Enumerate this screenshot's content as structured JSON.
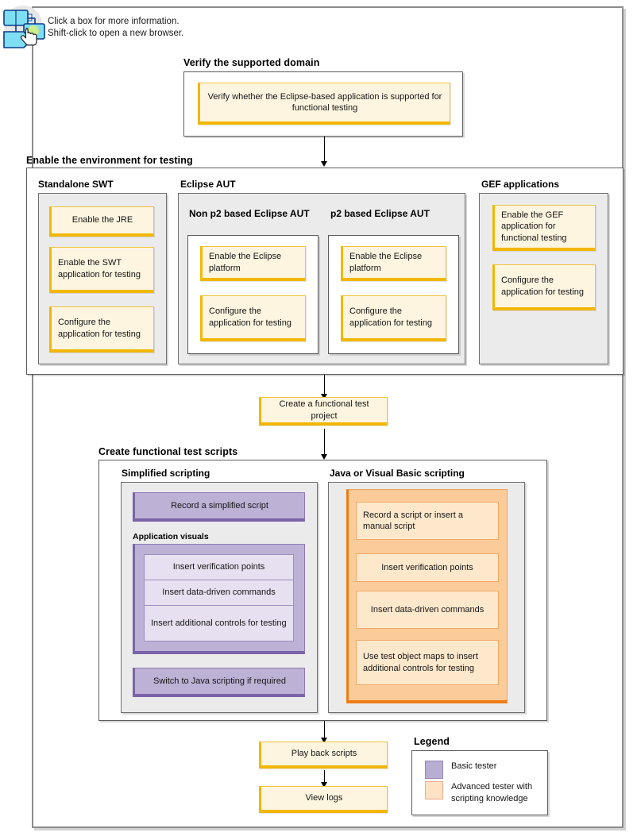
{
  "hint": {
    "icon": "flowchart-cursor-icon",
    "line1": "Click a box for more information.",
    "line2": "Shift-click to open a new browser."
  },
  "colors": {
    "node_yellow_fill": "#fdf5e0",
    "node_yellow_border": "#f2b705",
    "node_purple_fill": "#bdb2d6",
    "node_purple_border": "#7b63a8",
    "node_purple_light_fill": "#e7e0f0",
    "panel_orange_fill": "#fbcb99",
    "panel_orange_border": "#ed7d17",
    "node_orange_light_fill": "#fde8cc",
    "panel_gray_fill": "#ebebeb",
    "frame_border": "#8c8c8c"
  },
  "sections": {
    "verify": {
      "title": "Verify the supported domain",
      "node": "Verify whether the Eclipse-based application is supported for functional testing"
    },
    "enable": {
      "title": "Enable the environment for testing",
      "standalone_swt": {
        "title": "Standalone SWT",
        "nodes": [
          "Enable the JRE",
          "Enable the SWT application for testing",
          "Configure the application for testing"
        ]
      },
      "eclipse_aut": {
        "title": "Eclipse AUT",
        "non_p2": {
          "title": "Non p2 based Eclipse AUT",
          "nodes": [
            "Enable the Eclipse platform",
            "Configure the application for testing"
          ]
        },
        "p2": {
          "title": "p2 based Eclipse AUT",
          "nodes": [
            "Enable the Eclipse platform",
            "Configure the application for testing"
          ]
        }
      },
      "gef": {
        "title": "GEF applications",
        "nodes": [
          "Enable the GEF application for functional testing",
          "Configure the application for testing"
        ]
      }
    },
    "create_project": {
      "node": "Create a functional test project"
    },
    "create_scripts": {
      "title": "Create functional test scripts",
      "simplified": {
        "title": "Simplified scripting",
        "record_node": "Record a simplified script",
        "app_visuals_title": "Application visuals",
        "app_visuals_nodes": [
          "Insert verification points",
          "Insert data-driven commands",
          "Insert additional controls for testing"
        ],
        "switch_node": "Switch to Java scripting if required"
      },
      "java_vb": {
        "title": "Java or Visual Basic scripting",
        "nodes": [
          "Record a script or insert a manual script",
          "Insert verification points",
          "Insert data-driven commands",
          "Use test object maps to insert additional controls for testing"
        ]
      }
    },
    "playback": {
      "node": "Play back scripts"
    },
    "viewlogs": {
      "node": "View logs"
    },
    "legend": {
      "title": "Legend",
      "items": [
        {
          "swatch": "basic-tester-swatch",
          "label": "Basic tester"
        },
        {
          "swatch": "advanced-tester-swatch",
          "label": "Advanced tester with scripting knowledge"
        }
      ]
    }
  }
}
